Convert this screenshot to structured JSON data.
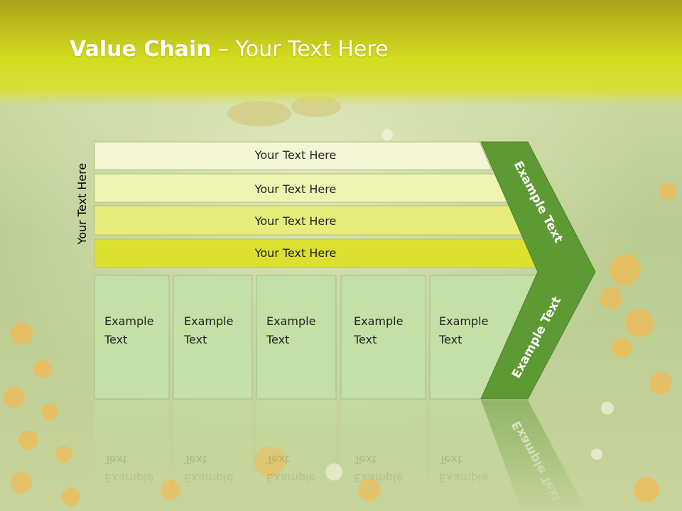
{
  "slide": {
    "title_bold": "Value Chain",
    "title_rest": " – Your Text Here",
    "side_label": "Your Text Here"
  },
  "bars": [
    {
      "label": "Your Text Here",
      "color": "#f4f7d6"
    },
    {
      "label": "Your Text Here",
      "color": "#eef4b2"
    },
    {
      "label": "Your Text Here",
      "color": "#e6ed7a"
    },
    {
      "label": "Your Text Here",
      "color": "#dbe02e"
    }
  ],
  "boxes": [
    {
      "line1": "Example",
      "line2": "Text"
    },
    {
      "line1": "Example",
      "line2": "Text"
    },
    {
      "line1": "Example",
      "line2": "Text"
    },
    {
      "line1": "Example",
      "line2": "Text"
    },
    {
      "line1": "Example",
      "line2": "Text"
    }
  ],
  "chevron": {
    "upper_label": "Example Text",
    "lower_label": "Example Text",
    "color": "#5e9a34"
  },
  "colors": {
    "title_band": "#d3dc1e",
    "box_fill": "#c4e0a6",
    "meadow": "#8aa560",
    "flowers": "#f0a42a"
  }
}
